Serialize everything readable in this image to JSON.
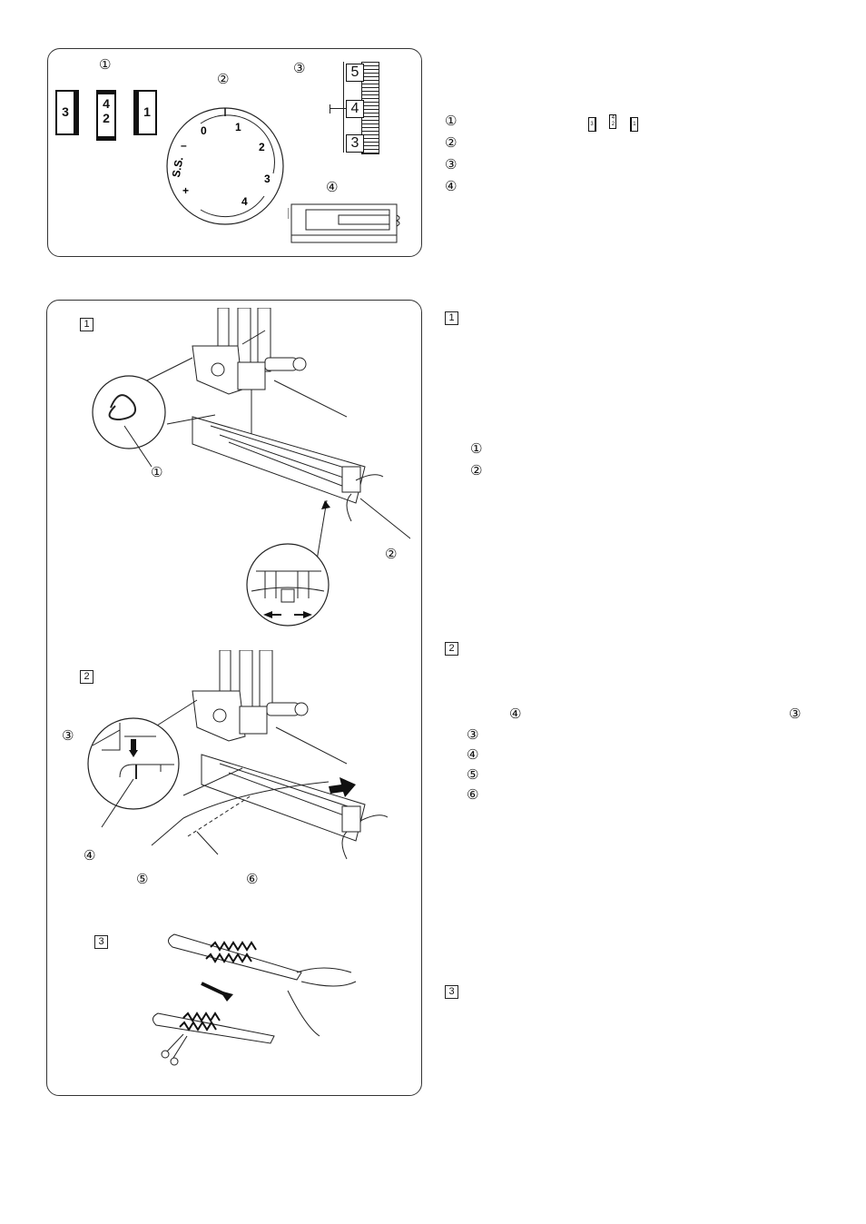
{
  "panel_top": {
    "pattern_icons": [
      "3",
      "4",
      "2",
      "1"
    ],
    "callouts": [
      "①",
      "②",
      "③",
      "④"
    ],
    "dial_labels": [
      "0",
      "1",
      "2",
      "3",
      "4",
      "+",
      "S.S.",
      "–"
    ],
    "scale_labels": [
      "5",
      "4",
      "3"
    ]
  },
  "legend_top": {
    "markers": [
      "①",
      "②",
      "③",
      "④"
    ]
  },
  "panel_bottom": {
    "step_labels": [
      "1",
      "2",
      "3"
    ],
    "fig1_callouts": [
      "①",
      "②"
    ],
    "fig2_callouts": [
      "③",
      "④",
      "⑤",
      "⑥"
    ]
  },
  "right_text": {
    "step1_marker": "1",
    "step1_items": [
      "①",
      "②"
    ],
    "step2_marker": "2",
    "step2_ref_left": "④",
    "step2_ref_right": "③",
    "step2_items": [
      "③",
      "④",
      "⑤",
      "⑥"
    ],
    "step3_marker": "3"
  }
}
